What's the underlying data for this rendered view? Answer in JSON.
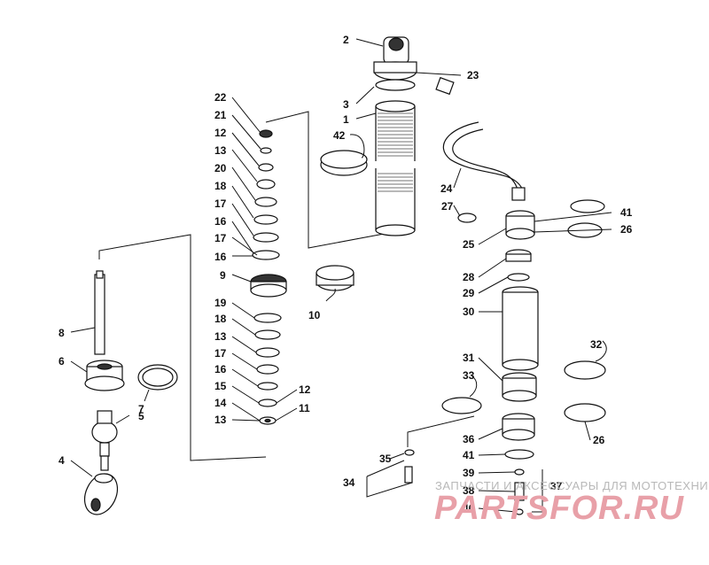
{
  "labels": {
    "l1": "1",
    "l2": "2",
    "l3": "3",
    "l4": "4",
    "l5": "5",
    "l6": "6",
    "l7": "7",
    "l8": "8",
    "l9": "9",
    "l10": "10",
    "l11": "11",
    "l12a": "12",
    "l12b": "12",
    "l13a": "13",
    "l13b": "13",
    "l13c": "13",
    "l14": "14",
    "l15": "15",
    "l16a": "16",
    "l16b": "16",
    "l16c": "16",
    "l17a": "17",
    "l17b": "17",
    "l17c": "17",
    "l18a": "18",
    "l18b": "18",
    "l19": "19",
    "l20": "20",
    "l21": "21",
    "l22": "22",
    "l23": "23",
    "l24": "24",
    "l25": "25",
    "l26a": "26",
    "l26b": "26",
    "l27": "27",
    "l28": "28",
    "l29": "29",
    "l30": "30",
    "l31": "31",
    "l32": "32",
    "l33": "33",
    "l34": "34",
    "l35": "35",
    "l36": "36",
    "l37": "37",
    "l38": "38",
    "l39": "39",
    "l40": "40",
    "l41a": "41",
    "l41b": "41",
    "l42": "42"
  },
  "watermark": {
    "caption": "ЗАПЧАСТИ И АКСЕССУАРЫ ДЛЯ МОТОТЕХНИКИ",
    "logo": "PARTSFOR.RU"
  },
  "colors": {
    "line": "#111111",
    "watermark_caption": "#b8b8b8",
    "watermark_logo": "#e8a0a8"
  }
}
